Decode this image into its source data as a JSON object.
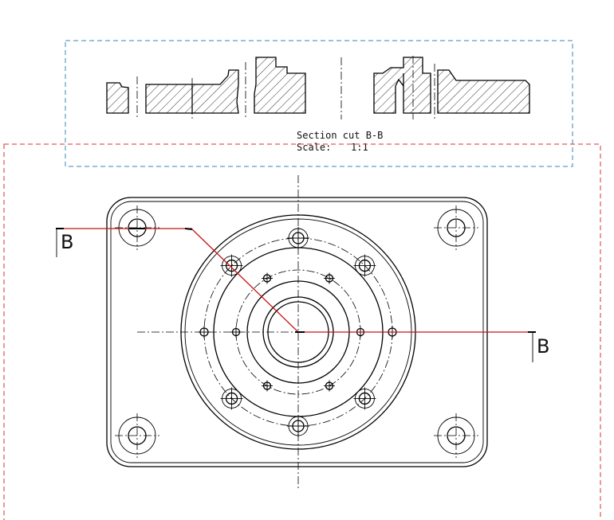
{
  "section_view": {
    "title": "Section cut B-B",
    "scale_label": "Scale:",
    "scale_value": "1:1"
  },
  "cutting_plane": {
    "label_left": "B",
    "label_right": "B"
  },
  "colors": {
    "section_frame": "#3a86b8",
    "main_view_frame": "#d83030",
    "cut_line": "#c81414",
    "geometry": "#000000"
  }
}
